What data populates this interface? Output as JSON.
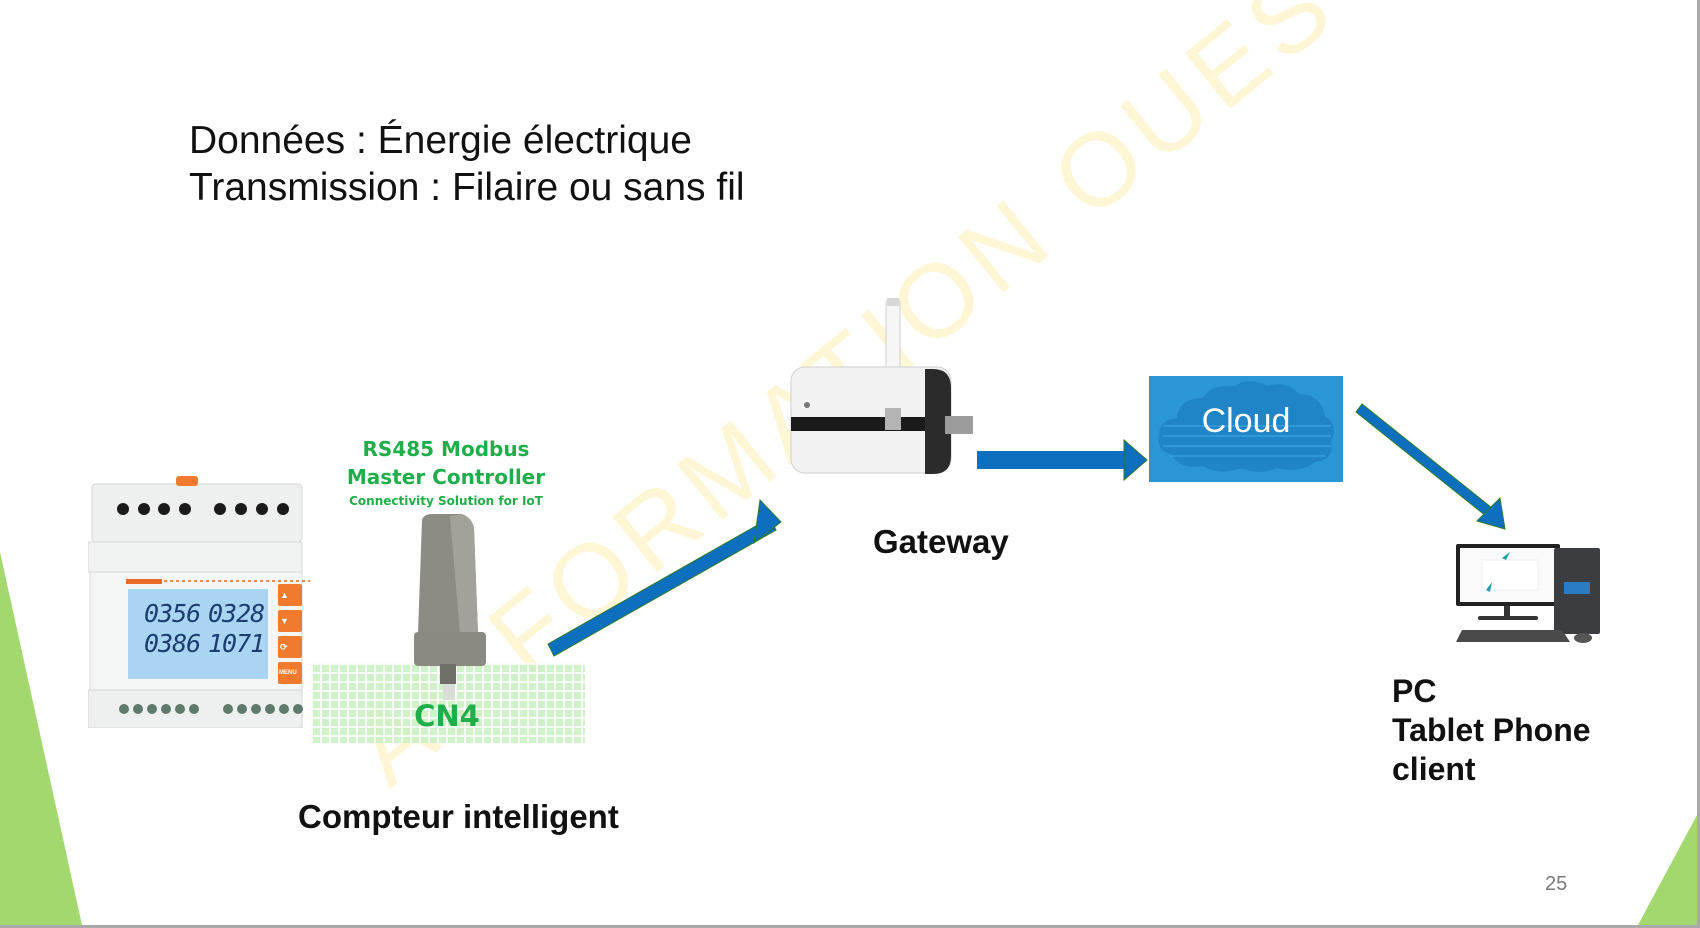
{
  "slide": {
    "title_lines": [
      "Données : Énergie électrique",
      "Transmission : Filaire ou sans fil"
    ],
    "page_number": "25",
    "watermark": "AL FORMATION OUEST",
    "colors": {
      "accent_green": "#a3d86e",
      "arrow_blue": "#0f6fbf",
      "cloud_blue": "#2a96d4",
      "controller_green": "#1fae4a"
    }
  },
  "devices": {
    "smart_meter": {
      "label": "Compteur intelligent",
      "display": [
        "0356",
        "0328",
        "0386",
        "1071"
      ],
      "buttons": [
        "up",
        "down",
        "reset",
        "menu"
      ],
      "menu_label": "MENU"
    },
    "controller": {
      "line1": "RS485 Modbus",
      "line2": "Master Controller",
      "line3": "Connectivity Solution for IoT",
      "model": "CN4"
    },
    "gateway": {
      "label": "Gateway"
    },
    "cloud": {
      "label": "Cloud"
    },
    "client": {
      "lines": [
        "PC",
        "Tablet Phone",
        "client"
      ]
    }
  }
}
